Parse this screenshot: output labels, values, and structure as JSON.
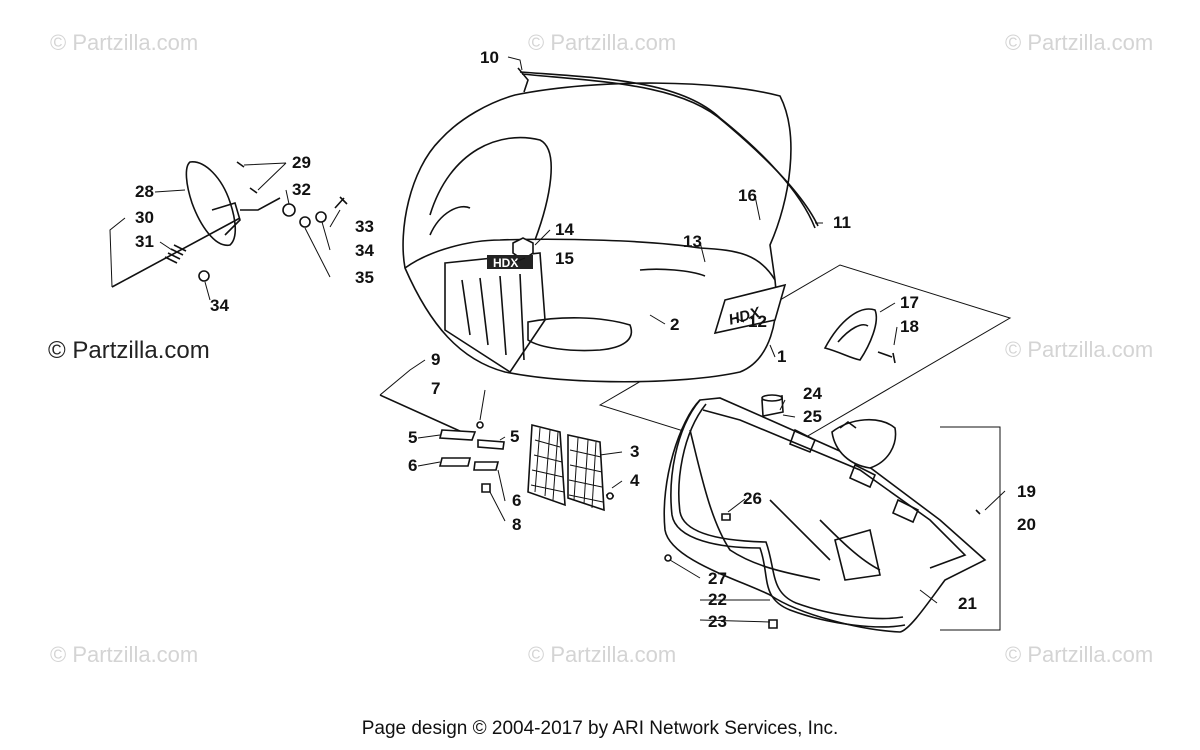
{
  "watermarks": {
    "repeat": "© Partzilla.com",
    "prominent": "© Partzilla.com"
  },
  "callouts": {
    "c1": "1",
    "c2": "2",
    "c3": "3",
    "c4": "4",
    "c5a": "5",
    "c5b": "5",
    "c6a": "6",
    "c6b": "6",
    "c7": "7",
    "c8": "8",
    "c9": "9",
    "c10": "10",
    "c11": "11",
    "c12": "12",
    "c13": "13",
    "c14": "14",
    "c15": "15",
    "c16": "16",
    "c17": "17",
    "c18": "18",
    "c19": "19",
    "c20": "20",
    "c21": "21",
    "c22": "22",
    "c23": "23",
    "c24": "24",
    "c25": "25",
    "c26": "26",
    "c27": "27",
    "c28": "28",
    "c29": "29",
    "c30": "30",
    "c31": "31",
    "c32": "32",
    "c33": "33",
    "c34a": "34",
    "c34b": "34",
    "c35": "35"
  },
  "decals": {
    "hood_logo": "HDX",
    "side_logo": "HDX"
  },
  "footer": {
    "text": "Page design © 2004-2017 by ARI Network Services, Inc."
  }
}
